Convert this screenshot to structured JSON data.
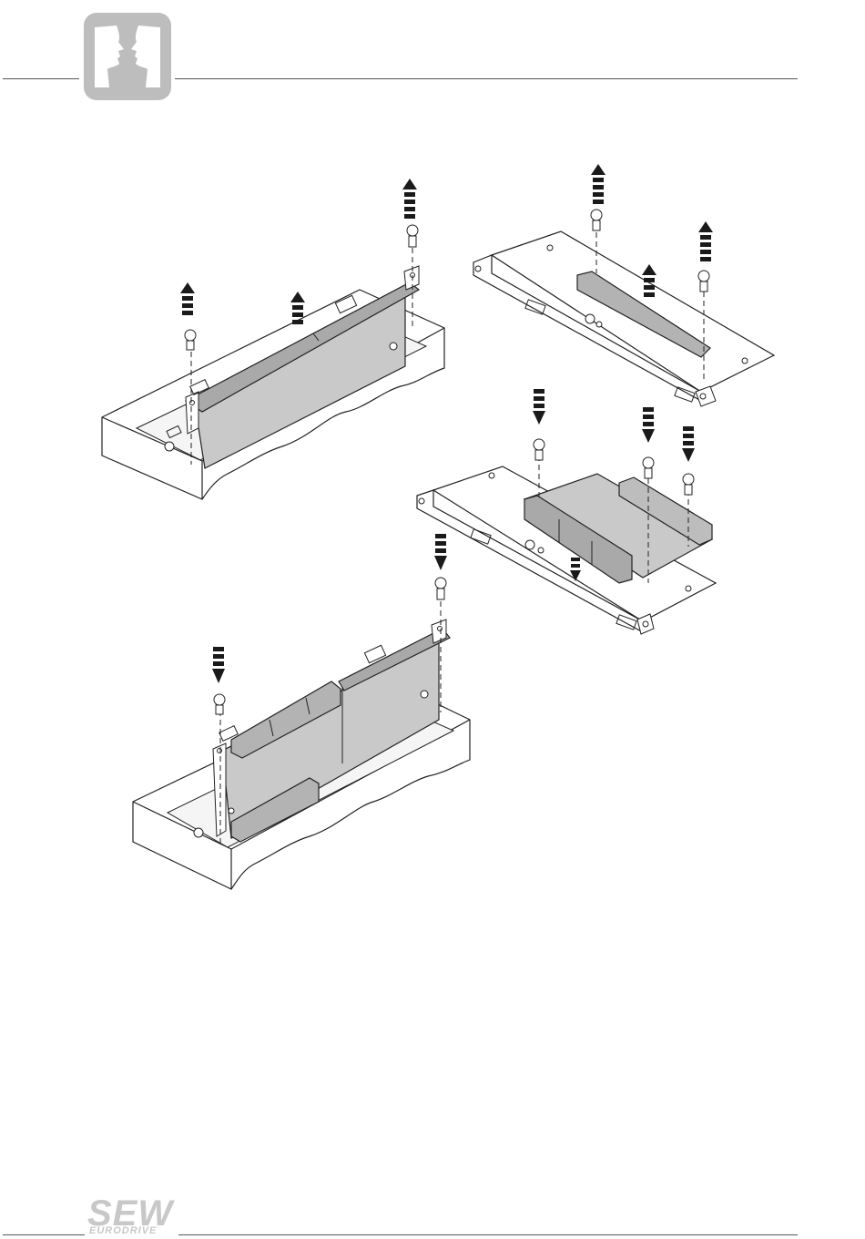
{
  "header": {
    "logo_icon": "two-faces-icon",
    "logo_color": "#bdbdbd"
  },
  "figure": {
    "description_icon": "option-card-installation-diagram",
    "arrow_color": "#1a1a1a",
    "board_color": "#c9c9c9"
  },
  "footer": {
    "brand_name": "SEW",
    "brand_subtitle": "EURODRIVE",
    "brand_color": "#c8c8c8"
  }
}
